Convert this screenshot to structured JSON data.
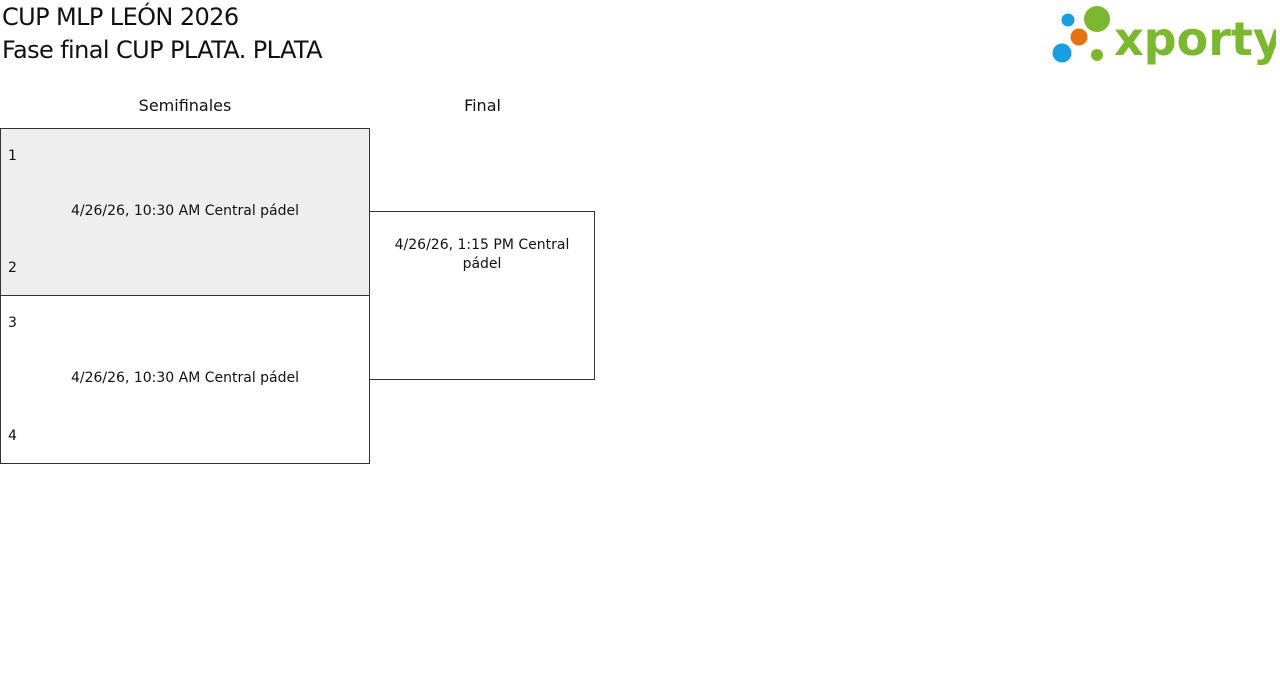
{
  "header": {
    "title": "CUP MLP LEÓN 2026",
    "subtitle": "Fase final CUP PLATA. PLATA",
    "logo": {
      "text": "xporty",
      "colors": {
        "green": "#7cb82f",
        "blue": "#1a9ee3",
        "orange": "#e57212"
      }
    }
  },
  "bracket": {
    "rounds": [
      {
        "label": "Semifinales",
        "matches": [
          {
            "top_seed": "1",
            "bottom_seed": "2",
            "info": "4/26/26, 10:30 AM Central pádel",
            "highlighted": true
          },
          {
            "top_seed": "3",
            "bottom_seed": "4",
            "info": "4/26/26, 10:30 AM Central pádel",
            "highlighted": false
          }
        ]
      },
      {
        "label": "Final",
        "matches": [
          {
            "top_seed": "",
            "bottom_seed": "",
            "info": "4/26/26, 1:15 PM Central pádel",
            "highlighted": false
          }
        ]
      }
    ]
  }
}
